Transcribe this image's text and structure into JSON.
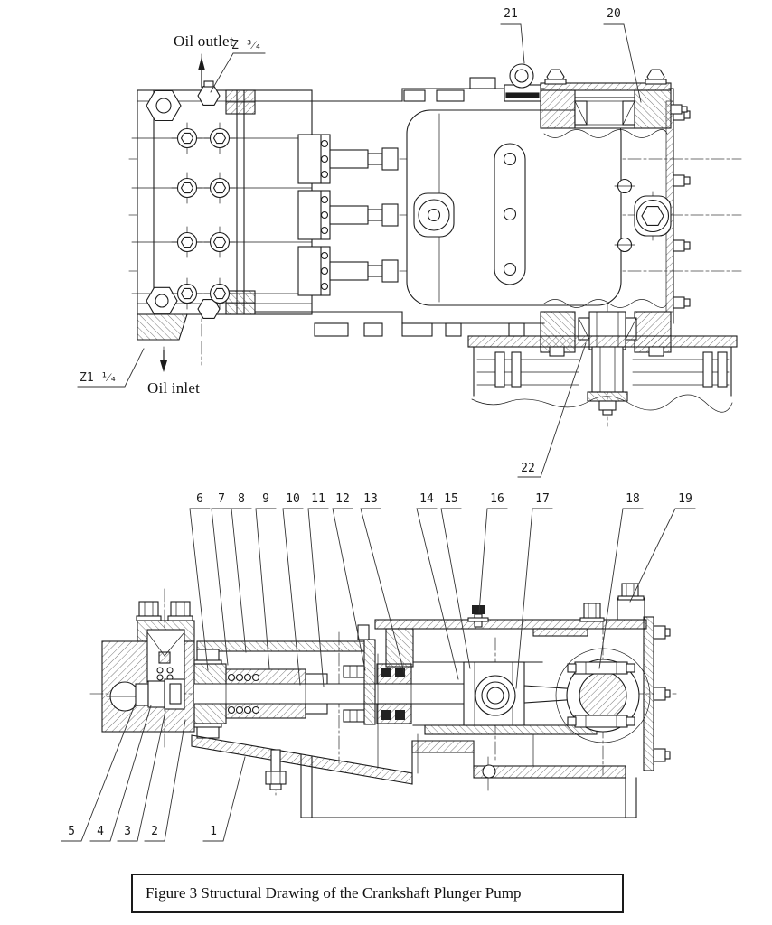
{
  "colors": {
    "line": "#1c1c1c",
    "background": "#ffffff"
  },
  "top_view": {
    "oil_outlet_label": "Oil outlet",
    "oil_outlet_thread": "Z ³⁄₄",
    "oil_inlet_label": "Oil inlet",
    "oil_inlet_thread": "Z1 ¹⁄₄",
    "callouts": {
      "c20": "20",
      "c21": "21",
      "c22": "22"
    }
  },
  "section_view": {
    "callouts_top": [
      "6",
      "7",
      "8",
      "9",
      "10",
      "11",
      "12",
      "13",
      "14",
      "15",
      "16",
      "17",
      "18",
      "19"
    ],
    "callouts_bottom": [
      "5",
      "4",
      "3",
      "2",
      "1"
    ]
  },
  "caption": "Figure 3 Structural Drawing of the Crankshaft Plunger Pump"
}
